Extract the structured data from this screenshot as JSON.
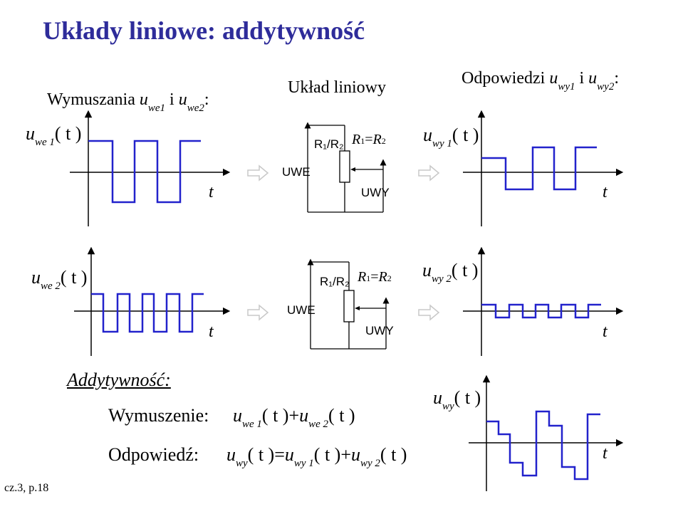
{
  "title": "Układy liniowe: addytywność",
  "headers": {
    "excitations": {
      "text": "Wymuszania",
      "u1": "u",
      "s1": "we1",
      "conj": "i",
      "u2": "u",
      "s2": "we2",
      "end": ":"
    },
    "system": "Układ liniowy",
    "responses": {
      "text": "Odpowiedzi",
      "u1": "u",
      "s1": "wy1",
      "conj": "i",
      "u2": "u",
      "s2": "wy2",
      "end": ":"
    }
  },
  "signal_labels": {
    "uwe1": {
      "u": "u",
      "sub": "we 1",
      "arg": "( t )"
    },
    "uwy1": {
      "u": "u",
      "sub": "wy 1",
      "arg": "( t )"
    },
    "uwe2": {
      "u": "u",
      "sub": "we 2",
      "arg": "( t )"
    },
    "uwy2": {
      "u": "u",
      "sub": "wy 2",
      "arg": "( t )"
    },
    "uwy": {
      "u": "u",
      "sub": "wy",
      "arg": "( t )"
    },
    "t_axis": "t"
  },
  "circuit": {
    "resistor": "R₁/R₂",
    "condition_r1": "R",
    "condition_s1": "1",
    "condition_eq": "=",
    "condition_r2": "R",
    "condition_s2": "2",
    "input": "UWE",
    "output": "UWY"
  },
  "additivity": {
    "heading": "Addytywność:",
    "excitation_label": "Wymuszenie:",
    "excitation_formula": {
      "a": "u",
      "sa": "we 1",
      "b": "( t )+",
      "c": "u",
      "sc": "we 2",
      "d": "( t )"
    },
    "response_label": "Odpowiedź:",
    "response_formula": {
      "a": "u",
      "sa": "wy",
      "b": "( t )=",
      "c": "u",
      "sc": "wy 1",
      "d": "( t )+",
      "e": "u",
      "se": "wy 2",
      "f": "( t )"
    }
  },
  "footer": "cz.3, p.18",
  "colors": {
    "title": "#2e2c9a",
    "signal": "#2222cc",
    "arrow": "#cfcfcf"
  }
}
